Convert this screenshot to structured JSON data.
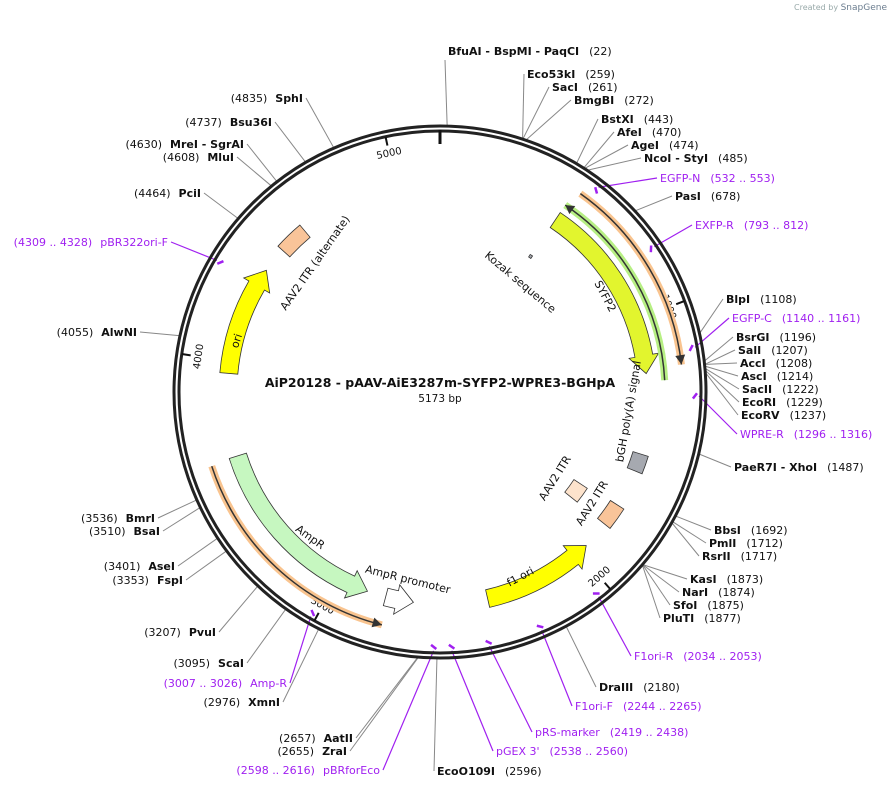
{
  "credit": {
    "prefix": "Created by",
    "brand": "SnapGene"
  },
  "plasmid": {
    "title": "AiP20128 - pAAV-AiE3287m-SYFP2-WPRE3-BGHpA",
    "length_label": "5173 bp",
    "length": 5173
  },
  "ticks": [
    "1000",
    "2000",
    "3000",
    "4000",
    "5000"
  ],
  "features": [
    {
      "name": "Kozak sequence",
      "start": 478,
      "end": 492,
      "dir": "none",
      "color": "#a6a9b0",
      "kind": "box"
    },
    {
      "name": "SYFP2",
      "start": 486,
      "end": 1220,
      "dir": "cw",
      "color": "#e2f52e",
      "kind": "arrow"
    },
    {
      "name": "",
      "start": 486,
      "end": 1250,
      "dir": "ccw",
      "color": "#b7ef84",
      "kind": "line"
    },
    {
      "name": "",
      "start": 507,
      "end": 1200,
      "dir": "cw",
      "color": "#f9c48f",
      "kind": "line"
    },
    {
      "name": "bGH poly(A) signal",
      "start": 1540,
      "end": 1610,
      "dir": "none",
      "color": "#a6a9b0",
      "kind": "box"
    },
    {
      "name": "AAV2 ITR",
      "start": 1760,
      "end": 1850,
      "dir": "none",
      "color": "#f9c499",
      "kind": "box"
    },
    {
      "name": "AAV2 ITR",
      "start": 1770,
      "end": 1850,
      "dir": "none",
      "color": "#fde3cc",
      "kind": "box"
    },
    {
      "name": "f1 ori",
      "start": 1960,
      "end": 2400,
      "dir": "ccw",
      "color": "#ffff00",
      "kind": "arrow"
    },
    {
      "name": "AmpR promoter",
      "start": 2690,
      "end": 2800,
      "dir": "ccw",
      "color": "#ffffff",
      "kind": "arrow"
    },
    {
      "name": "AmpR",
      "start": 2874,
      "end": 3628,
      "dir": "ccw",
      "color": "#c6f7c0",
      "kind": "arrow"
    },
    {
      "name": "",
      "start": 2788,
      "end": 3621,
      "dir": "ccw",
      "color": "#f9c48f",
      "kind": "line"
    },
    {
      "name": "ori",
      "start": 3952,
      "end": 4383,
      "dir": "cw",
      "color": "#ffff00",
      "kind": "arrow"
    },
    {
      "name": "AAV2 ITR (alternate)",
      "start": 4483,
      "end": 4598,
      "dir": "none",
      "color": "#f9c499",
      "kind": "box"
    }
  ],
  "sites": [
    {
      "name": "BfuAI  - BspMI  - PaqCI",
      "pos": "22",
      "type": "enzyme"
    },
    {
      "name": "Eco53kI",
      "pos": "259",
      "type": "enzyme"
    },
    {
      "name": "SacI",
      "pos": "261",
      "type": "enzyme"
    },
    {
      "name": "BmgBI",
      "pos": "272",
      "type": "enzyme"
    },
    {
      "name": "BstXI",
      "pos": "443",
      "type": "enzyme"
    },
    {
      "name": "AfeI",
      "pos": "470",
      "type": "enzyme"
    },
    {
      "name": "AgeI",
      "pos": "474",
      "type": "enzyme"
    },
    {
      "name": "NcoI  - StyI",
      "pos": "485",
      "type": "enzyme"
    },
    {
      "name": "EGFP-N",
      "pos": "532 .. 553",
      "type": "primer"
    },
    {
      "name": "PasI",
      "pos": "678",
      "type": "enzyme"
    },
    {
      "name": "EXFP-R",
      "pos": "793 .. 812",
      "type": "primer"
    },
    {
      "name": "BlpI",
      "pos": "1108",
      "type": "enzyme"
    },
    {
      "name": "EGFP-C",
      "pos": "1140 .. 1161",
      "type": "primer"
    },
    {
      "name": "BsrGI",
      "pos": "1196",
      "type": "enzyme"
    },
    {
      "name": "SalI",
      "pos": "1207",
      "type": "enzyme"
    },
    {
      "name": "AccI",
      "pos": "1208",
      "type": "enzyme"
    },
    {
      "name": "AscI",
      "pos": "1214",
      "type": "enzyme"
    },
    {
      "name": "SacII",
      "pos": "1222",
      "type": "enzyme"
    },
    {
      "name": "EcoRI",
      "pos": "1229",
      "type": "enzyme"
    },
    {
      "name": "EcoRV",
      "pos": "1237",
      "type": "enzyme"
    },
    {
      "name": "WPRE-R",
      "pos": "1296 .. 1316",
      "type": "primer"
    },
    {
      "name": "PaeR7I  - XhoI",
      "pos": "1487",
      "type": "enzyme"
    },
    {
      "name": "BbsI",
      "pos": "1692",
      "type": "enzyme"
    },
    {
      "name": "PmlI",
      "pos": "1712",
      "type": "enzyme"
    },
    {
      "name": "RsrII",
      "pos": "1717",
      "type": "enzyme"
    },
    {
      "name": "KasI",
      "pos": "1873",
      "type": "enzyme"
    },
    {
      "name": "NarI",
      "pos": "1874",
      "type": "enzyme"
    },
    {
      "name": "SfoI",
      "pos": "1875",
      "type": "enzyme"
    },
    {
      "name": "PluTI",
      "pos": "1877",
      "type": "enzyme"
    },
    {
      "name": "F1ori-R",
      "pos": "2034 .. 2053",
      "type": "primer"
    },
    {
      "name": "DraIII",
      "pos": "2180",
      "type": "enzyme"
    },
    {
      "name": "F1ori-F",
      "pos": "2244 .. 2265",
      "type": "primer"
    },
    {
      "name": "pRS-marker",
      "pos": "2419 .. 2438",
      "type": "primer"
    },
    {
      "name": "pGEX 3'",
      "pos": "2538 .. 2560",
      "type": "primer"
    },
    {
      "name": "EcoO109I",
      "pos": "2596",
      "type": "enzyme"
    },
    {
      "name": "pBRforEco",
      "pos": "2598 .. 2616",
      "type": "primer"
    },
    {
      "name": "ZraI",
      "pos": "2655",
      "type": "enzyme"
    },
    {
      "name": "AatII",
      "pos": "2657",
      "type": "enzyme"
    },
    {
      "name": "XmnI",
      "pos": "2976",
      "type": "enzyme"
    },
    {
      "name": "Amp-R",
      "pos": "3007 .. 3026",
      "type": "primer"
    },
    {
      "name": "ScaI",
      "pos": "3095",
      "type": "enzyme"
    },
    {
      "name": "PvuI",
      "pos": "3207",
      "type": "enzyme"
    },
    {
      "name": "FspI",
      "pos": "3353",
      "type": "enzyme"
    },
    {
      "name": "AseI",
      "pos": "3401",
      "type": "enzyme"
    },
    {
      "name": "BsaI",
      "pos": "3510",
      "type": "enzyme"
    },
    {
      "name": "BmrI",
      "pos": "3536",
      "type": "enzyme"
    },
    {
      "name": "AlwNI",
      "pos": "4055",
      "type": "enzyme"
    },
    {
      "name": "pBR322ori-F",
      "pos": "4309 .. 4328",
      "type": "primer"
    },
    {
      "name": "PciI",
      "pos": "4464",
      "type": "enzyme"
    },
    {
      "name": "MluI",
      "pos": "4608",
      "type": "enzyme"
    },
    {
      "name": "MreI  - SgrAI",
      "pos": "4630",
      "type": "enzyme"
    },
    {
      "name": "Bsu36I",
      "pos": "4737",
      "type": "enzyme"
    },
    {
      "name": "SphI",
      "pos": "4835",
      "type": "enzyme"
    }
  ]
}
